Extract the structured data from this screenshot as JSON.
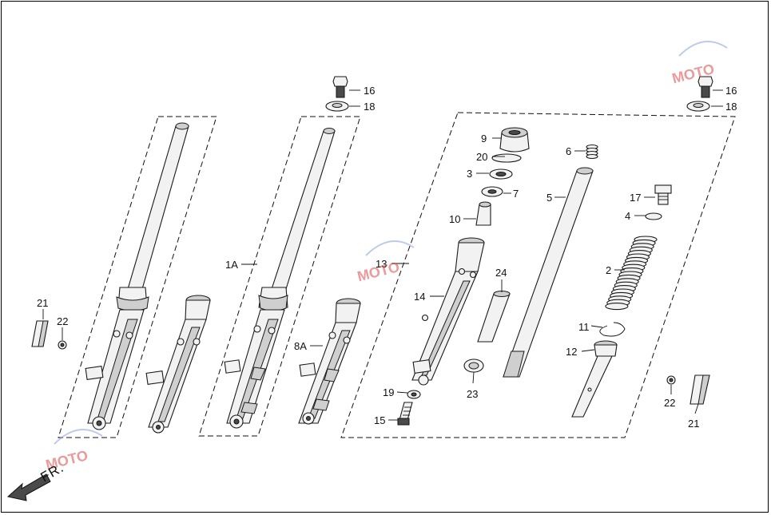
{
  "diagram": {
    "direction_label": "FR.",
    "watermark_text": "MOTO",
    "callouts": [
      {
        "id": "c16a",
        "text": "16"
      },
      {
        "id": "c18a",
        "text": "18"
      },
      {
        "id": "c16b",
        "text": "16"
      },
      {
        "id": "c18b",
        "text": "18"
      },
      {
        "id": "c9",
        "text": "9"
      },
      {
        "id": "c20",
        "text": "20"
      },
      {
        "id": "c3",
        "text": "3"
      },
      {
        "id": "c7",
        "text": "7"
      },
      {
        "id": "c10",
        "text": "10"
      },
      {
        "id": "c6",
        "text": "6"
      },
      {
        "id": "c5",
        "text": "5"
      },
      {
        "id": "c17",
        "text": "17"
      },
      {
        "id": "c4",
        "text": "4"
      },
      {
        "id": "c2",
        "text": "2"
      },
      {
        "id": "c13",
        "text": "13"
      },
      {
        "id": "c14",
        "text": "14"
      },
      {
        "id": "c24",
        "text": "24"
      },
      {
        "id": "c11",
        "text": "11"
      },
      {
        "id": "c12",
        "text": "12"
      },
      {
        "id": "c1A",
        "text": "1A"
      },
      {
        "id": "c8A",
        "text": "8A"
      },
      {
        "id": "c21a",
        "text": "21"
      },
      {
        "id": "c22a",
        "text": "22"
      },
      {
        "id": "c19",
        "text": "19"
      },
      {
        "id": "c15",
        "text": "15"
      },
      {
        "id": "c23",
        "text": "23"
      },
      {
        "id": "c22b",
        "text": "22"
      },
      {
        "id": "c21b",
        "text": "21"
      }
    ]
  }
}
